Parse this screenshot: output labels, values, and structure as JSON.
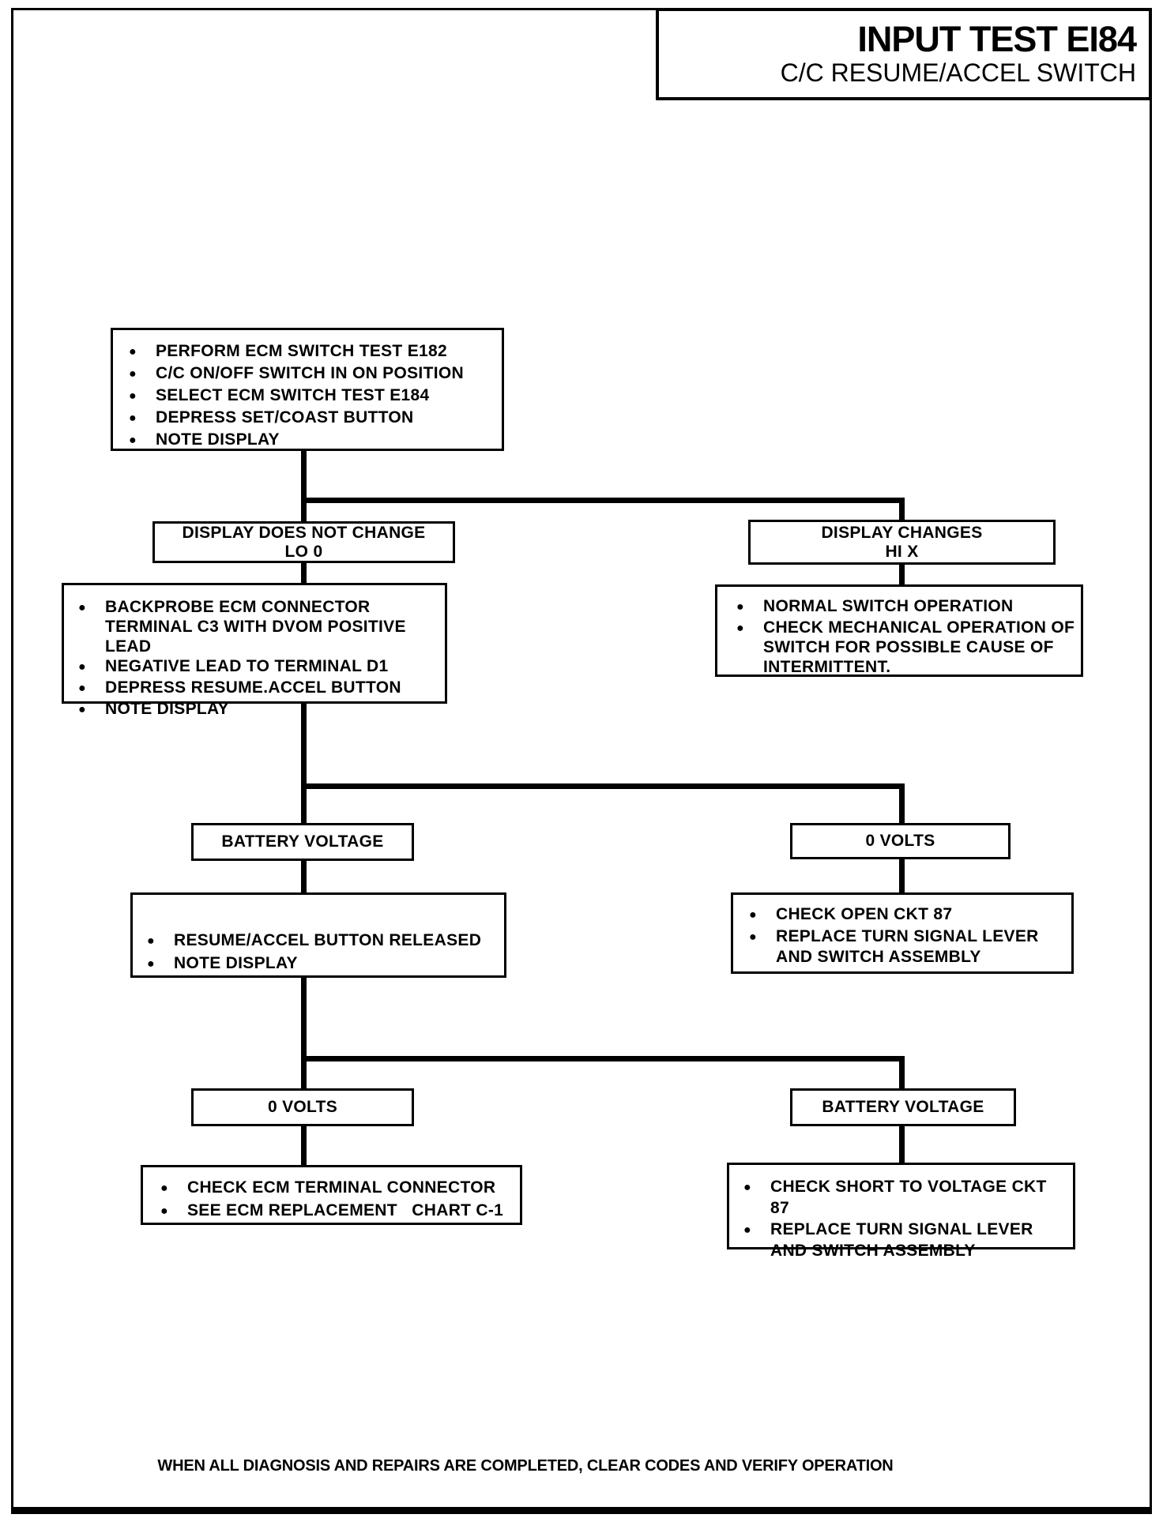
{
  "colors": {
    "ink": "#000000",
    "paper": "#ffffff"
  },
  "title": {
    "test_name": "INPUT TEST EI84",
    "subtitle": "C/C RESUME/ACCEL SWITCH"
  },
  "flow": {
    "start": {
      "bullets": [
        "PERFORM ECM SWITCH TEST E182",
        "C/C ON/OFF SWITCH IN ON POSITION",
        "SELECT ECM SWITCH TEST E184",
        "DEPRESS SET/COAST BUTTON",
        "NOTE DISPLAY"
      ]
    },
    "branch1": {
      "left": {
        "header_line1": "DISPLAY DOES NOT CHANGE",
        "header_line2": "LO 0",
        "bullets": [
          "BACKPROBE ECM CONNECTOR TERMINAL C3 WITH DVOM POSITIVE LEAD",
          "NEGATIVE LEAD TO TERMINAL D1",
          "DEPRESS RESUME.ACCEL BUTTON",
          "NOTE DISPLAY"
        ]
      },
      "right": {
        "header_line1": "DISPLAY CHANGES",
        "header_line2": "HI X",
        "bullets": [
          "NORMAL SWITCH OPERATION",
          "CHECK MECHANICAL OPERATION OF SWITCH  FOR POSSIBLE CAUSE OF INTERMITTENT."
        ]
      }
    },
    "branch2": {
      "left": {
        "header": "BATTERY VOLTAGE",
        "bullets": [
          "RESUME/ACCEL BUTTON RELEASED",
          "NOTE DISPLAY"
        ]
      },
      "right": {
        "header": "0 VOLTS",
        "bullets": [
          "CHECK OPEN CKT 87",
          "REPLACE TURN SIGNAL LEVER AND SWITCH ASSEMBLY"
        ]
      }
    },
    "branch3": {
      "left": {
        "header": "0 VOLTS",
        "bullets": [
          "CHECK ECM TERMINAL CONNECTOR",
          "SEE ECM REPLACEMENT   CHART C-1"
        ]
      },
      "right": {
        "header": "BATTERY VOLTAGE",
        "bullets": [
          "CHECK SHORT TO VOLTAGE CKT 87",
          "REPLACE TURN SIGNAL LEVER AND SWITCH ASSEMBLY"
        ]
      }
    }
  },
  "footer": {
    "note": "WHEN ALL DIAGNOSIS AND REPAIRS ARE COMPLETED, CLEAR CODES AND VERIFY OPERATION"
  }
}
